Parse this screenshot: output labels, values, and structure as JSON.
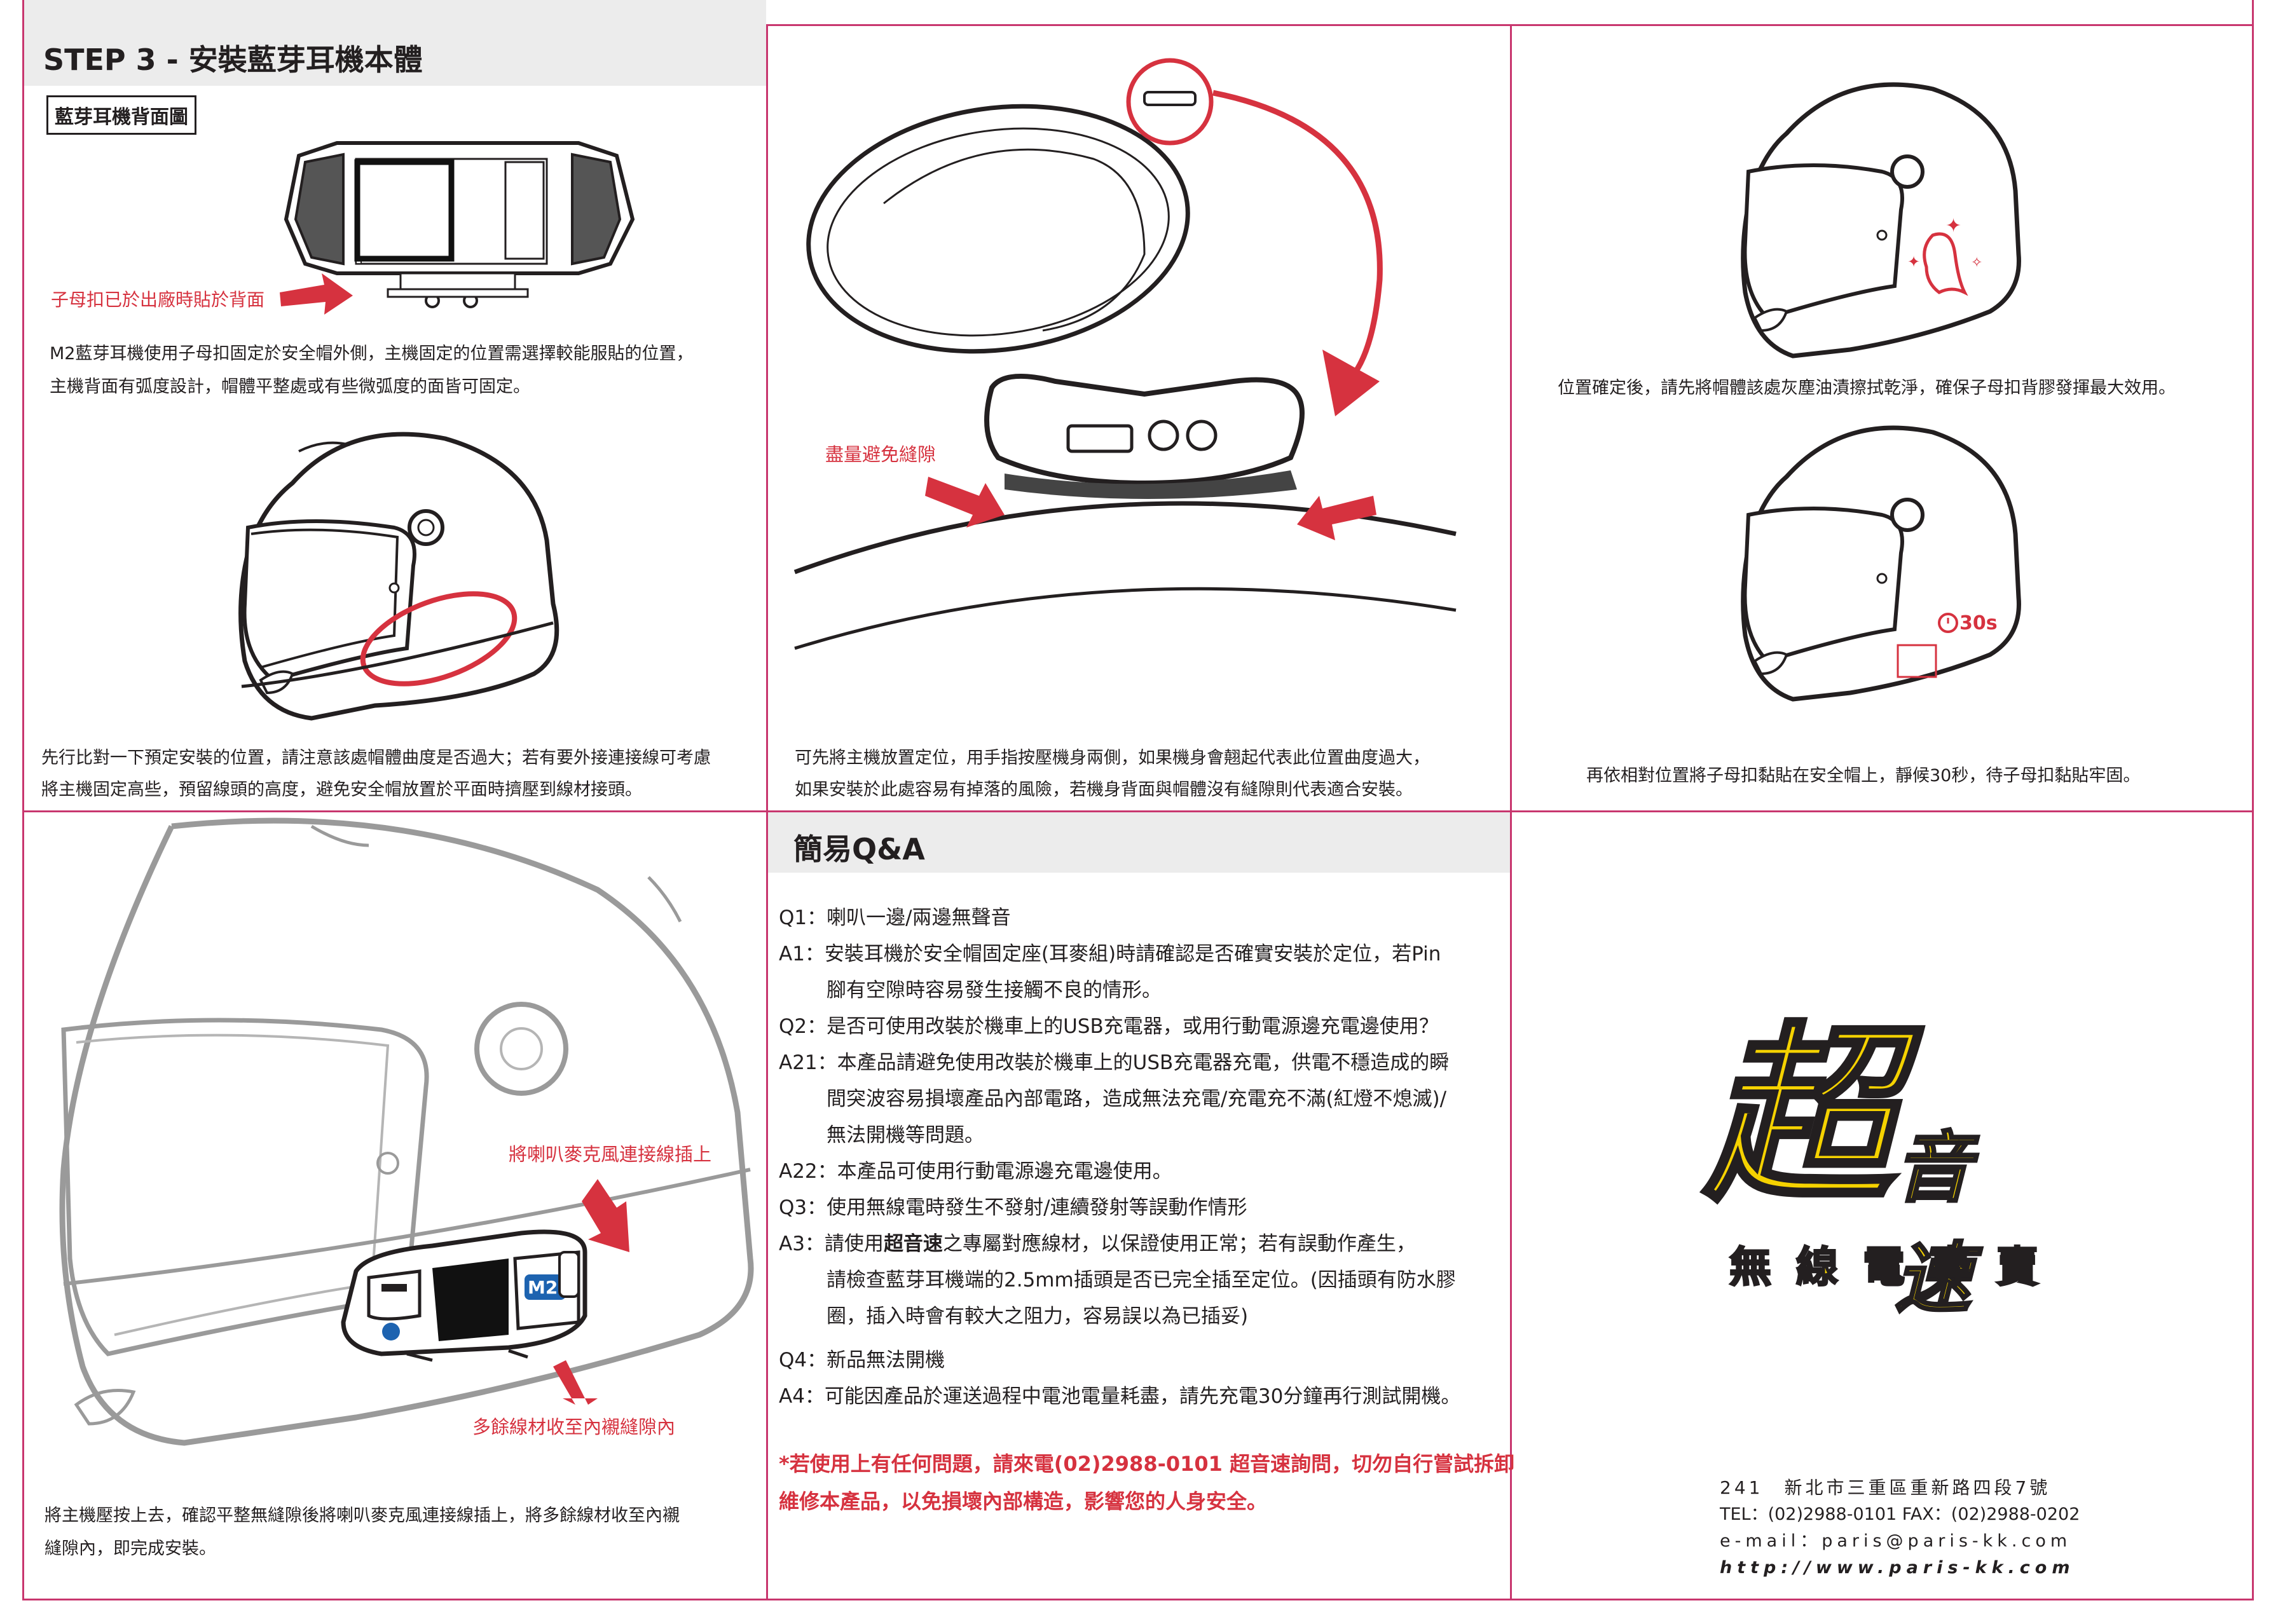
{
  "step3": {
    "title": "STEP 3 - 安裝藍芽耳機本體",
    "back_label": "藍芽耳機背面圖",
    "callout_velcro": "子母扣已於出廠時貼於背面",
    "desc1_line1": "M2藍芽耳機使用子母扣固定於安全帽外側，主機固定的位置需選擇較能服貼的位置，",
    "desc1_line2": "主機背面有弧度設計，帽體平整處或有些微弧度的面皆可固定。",
    "desc2_line1": "先行比對一下預定安裝的位置，請注意該處帽體曲度是否過大；若有要外接連接線可考慮",
    "desc2_line2": "將主機固定高些，預留線頭的高度，避免安全帽放置於平面時擠壓到線材接頭。"
  },
  "panel2": {
    "callout_gap": "盡量避免縫隙",
    "desc_line1": "可先將主機放置定位，用手指按壓機身兩側，如果機身會翹起代表此位置曲度過大，",
    "desc_line2": "如果安裝於此處容易有掉落的風險，若機身背面與帽體沒有縫隙則代表適合安裝。"
  },
  "panel3": {
    "desc_clean": "位置確定後，請先將帽體該處灰塵油漬擦拭乾淨，確保子母扣背膠發揮最大效用。",
    "timer_label": "30s",
    "desc_attach": "再依相對位置將子母扣黏貼在安全帽上，靜候30秒，待子母扣黏貼牢固。"
  },
  "panel4": {
    "callout_plug": "將喇叭麥克風連接線插上",
    "callout_cable": "多餘線材收至內襯縫隙內",
    "desc_line1": "將主機壓按上去，確認平整無縫隙後將喇叭麥克風連接線插上，將多餘線材收至內襯",
    "desc_line2": "縫隙內，即完成安裝。"
  },
  "qa": {
    "title": "簡易Q&A",
    "q1": "Q1：喇叭一邊/兩邊無聲音",
    "a1_line1": "A1：安裝耳機於安全帽固定座(耳麥組)時請確認是否確實安裝於定位，若Pin",
    "a1_line2": "腳有空隙時容易發生接觸不良的情形。",
    "q2": "Q2：是否可使用改裝於機車上的USB充電器，或用行動電源邊充電邊使用？",
    "a21_line1": "A21：本產品請避免使用改裝於機車上的USB充電器充電，供電不穩造成的瞬",
    "a21_line2": "間突波容易損壞產品內部電路，造成無法充電/充電充不滿(紅燈不熄滅)/",
    "a21_line3": "無法開機等問題。",
    "a22": "A22：本產品可使用行動電源邊充電邊使用。",
    "q3": "Q3：使用無線電時發生不發射/連續發射等誤動作情形",
    "a3_prefix": "A3：請使用",
    "a3_brand": "超音速",
    "a3_rest": "之專屬對應線材，以保證使用正常；若有誤動作產生，",
    "a3_line2": "請檢查藍芽耳機端的2.5mm插頭是否已完全插至定位。(因插頭有防水膠",
    "a3_line3": "圈，插入時會有較大之阻力，容易誤以為已插妥)",
    "q4": "Q4：新品無法開機",
    "a4": "A4：可能因產品於運送過程中電池電量耗盡，請先充電30分鐘再行測試開機。",
    "warn_line1_a": "*若使用上有任何問題，請來電(02)2988-0101 ",
    "warn_line1_b": "超音速",
    "warn_line1_c": "詢問，切勿自行嘗試拆卸",
    "warn_line2": "維修本產品，以免損壞內部構造，影響您的人身安全。"
  },
  "brand": {
    "logo_big": "超",
    "logo_small": "音速",
    "logo_sub": "無 線 電 專 賣",
    "address": "241　新北市三重區重新路四段7號",
    "tel": "TEL：(02)2988-0101 FAX：(02)2988-0202",
    "email": "e-mail：paris@paris-kk.com",
    "web": "http://www.paris-kk.com"
  },
  "colors": {
    "frame": "#c8366e",
    "accent_red": "#d6323f",
    "logo_yellow": "#f5d200",
    "header_bg": "#ececec"
  }
}
